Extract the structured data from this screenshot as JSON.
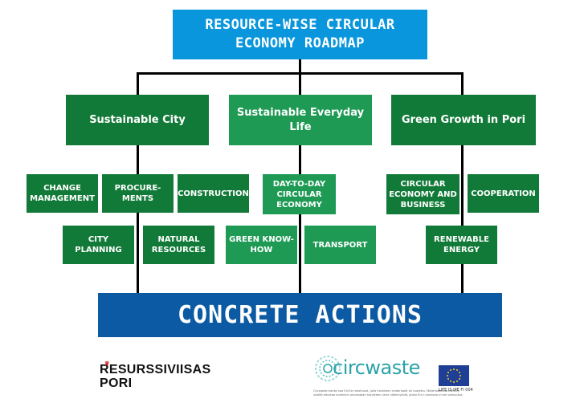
{
  "title": [
    "RESOURCE-WISE CIRCULAR",
    "ECONOMY ROADMAP"
  ],
  "categories": [
    {
      "label": "Sustainable City"
    },
    {
      "label": [
        "Sustainable Everyday",
        "Life"
      ]
    },
    {
      "label": "Green Growth in Pori"
    }
  ],
  "items": {
    "change_management": [
      "CHANGE",
      "MANAGEMENT"
    ],
    "procurements": [
      "PROCURE-",
      "MENTS"
    ],
    "construction": "CONSTRUCTION",
    "city_planning": [
      "CITY",
      "PLANNING"
    ],
    "natural_resources": [
      "NATURAL",
      "RESOURCES"
    ],
    "day_to_day": [
      "DAY-TO-DAY",
      "CIRCULAR",
      "ECONOMY"
    ],
    "green_know_how": [
      "GREEN KNOW-",
      "HOW"
    ],
    "transport": "TRANSPORT",
    "circular_business": [
      "CIRCULAR",
      "ECONOMY AND",
      "BUSINESS"
    ],
    "cooperation": "COOPERATION",
    "renewable_energy": [
      "RENEWABLE",
      "ENERGY"
    ]
  },
  "bottom": "CONCRETE ACTIONS",
  "logos": {
    "resurssiviisas": [
      "RESURSSIVIISAS",
      "PORI"
    ],
    "circwaste": "circwaste",
    "circwaste_note": "Circwaste-hanke saa EU:lta rahoitusta, jolla hankkeen materiaalit on tuotettu. Materiaaleissa esitetty sisältö edustaa kuitenkin ainoastaan hankkeen omia näkemyksiä, joista EU:n komissio ei ole vastuussa.",
    "eu_label": "LIFE IS IPE FI 004"
  },
  "colors": {
    "title": "#0a96dc",
    "dark_green": "#127a38",
    "mid_green": "#1e9a55",
    "actions": "#0b5aa3"
  }
}
